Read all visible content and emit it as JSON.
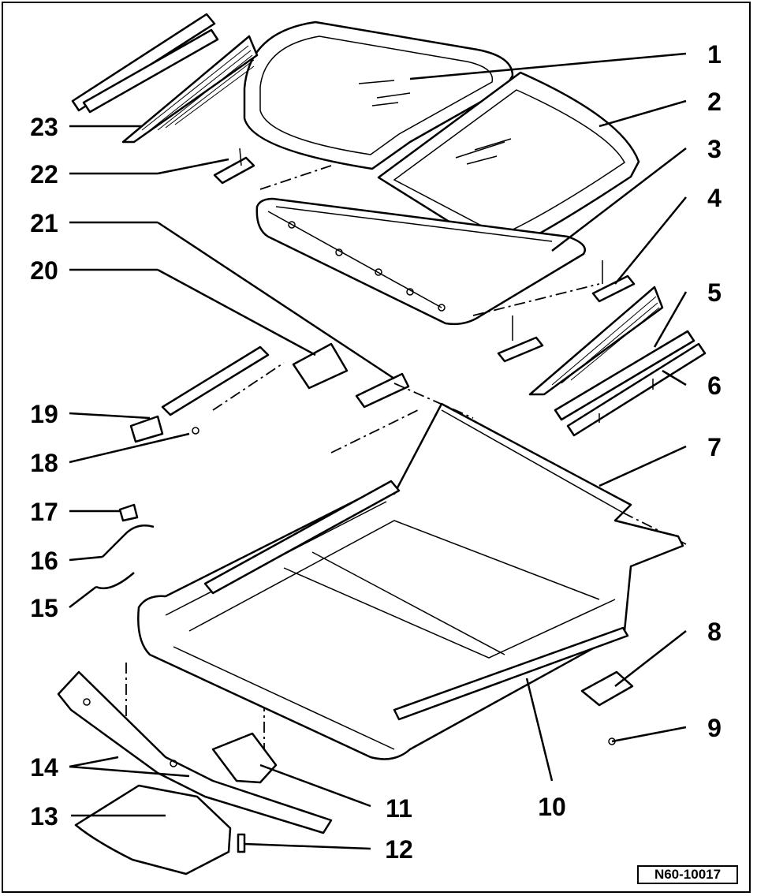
{
  "diagram": {
    "callouts": [
      "1",
      "2",
      "3",
      "4",
      "5",
      "6",
      "7",
      "8",
      "9",
      "10",
      "11",
      "12",
      "13",
      "14",
      "15",
      "16",
      "17",
      "18",
      "19",
      "20",
      "21",
      "22",
      "23"
    ],
    "reference_code": "N60-10017"
  },
  "colors": {
    "ink": "#000000",
    "paper": "#ffffff"
  }
}
